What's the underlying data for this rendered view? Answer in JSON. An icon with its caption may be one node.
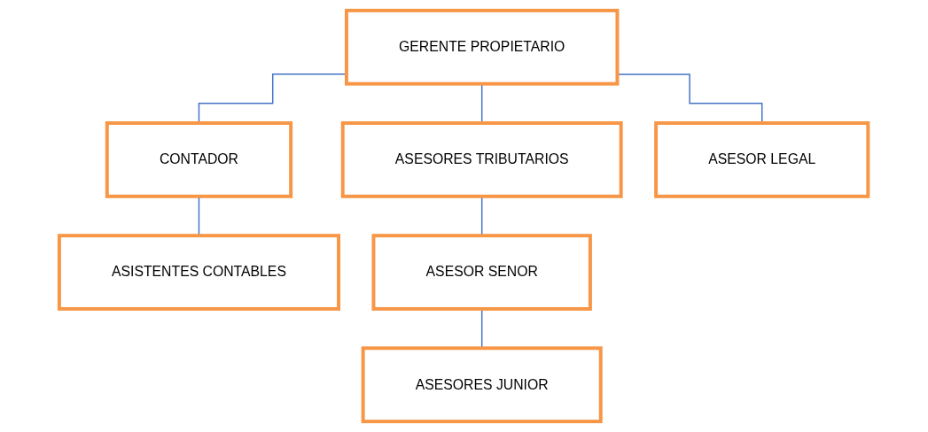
{
  "diagram": {
    "nodes": [
      {
        "text": [
          "GERENTE PROPIETARIO"
        ]
      },
      {
        "text": [
          "CONTADOR"
        ]
      },
      {
        "text": [
          "ASESORES TRIBUTARIOS"
        ]
      },
      {
        "text": [
          "ASESOR LEGAL"
        ]
      },
      {
        "text": [
          "ASISTENTES CONTABLES"
        ]
      },
      {
        "text": [
          "ASESOR SENOR"
        ]
      },
      {
        "text": [
          "ASESORES JUNIOR"
        ]
      }
    ],
    "edges": [
      {
        "from": 0,
        "to": 1,
        "arrow": "none"
      },
      {
        "from": 0,
        "to": 2,
        "arrow": "none"
      },
      {
        "from": 0,
        "to": 3,
        "arrow": "none"
      },
      {
        "from": 1,
        "to": 4,
        "arrow": "none"
      },
      {
        "from": 2,
        "to": 5,
        "arrow": "none"
      },
      {
        "from": 5,
        "to": 6,
        "arrow": "none"
      }
    ]
  }
}
